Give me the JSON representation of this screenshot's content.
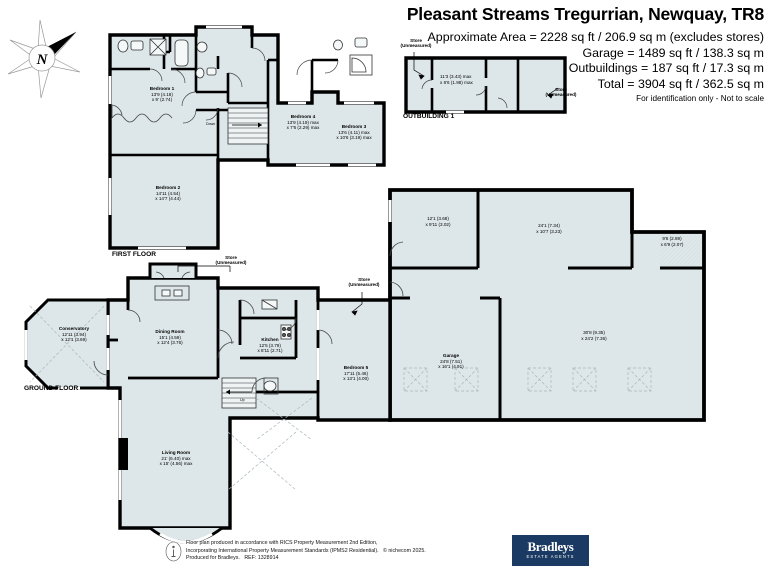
{
  "title": "Pleasant Streams Tregurrian, Newquay, TR8",
  "areas": {
    "approximate": "Approximate Area = 2228 sq ft / 206.9 sq m (excludes stores)",
    "garage": "Garage = 1489 sq ft / 138.3 sq m",
    "outbuildings": "Outbuildings = 187 sq ft / 17.3 sq m",
    "total": "Total = 3904 sq ft / 362.5 sq m",
    "disclaimer": "For identification only - Not to scale"
  },
  "floor_labels": {
    "first": "FIRST FLOOR",
    "ground": "GROUND FLOOR",
    "outbuilding": "OUTBUILDING 1"
  },
  "store_labels": [
    {
      "name": "store-outbuilding-left",
      "line1": "Store",
      "line2": "(Unmeasured)"
    },
    {
      "name": "store-outbuilding-right",
      "line1": "Store",
      "line2": "(Unmeasured)"
    },
    {
      "name": "store-first-floor",
      "line1": "Store",
      "line2": "(Unmeasured)"
    },
    {
      "name": "store-ground-floor",
      "line1": "Store",
      "line2": "(Unmeasured)"
    }
  ],
  "rooms": {
    "first_floor": [
      {
        "name": "bedroom-1",
        "label": "Bedroom 1",
        "d1": "13'9 (4.18)",
        "d2": "x 9' (2.74)"
      },
      {
        "name": "bedroom-2",
        "label": "Bedroom 2",
        "d1": "14'11 (4.54)",
        "d2": "x 14'7 (4.44)"
      },
      {
        "name": "bedroom-4",
        "label": "Bedroom 4",
        "d1": "13'9 (4.19) max",
        "d2": "x 7'6 (2.29) max"
      },
      {
        "name": "bedroom-3",
        "label": "Bedroom 3",
        "d1": "13'6 (4.11) max",
        "d2": "x 10'6 (3.19)  max"
      }
    ],
    "ground_floor": [
      {
        "name": "conservatory",
        "label": "Conservatory",
        "d1": "12'11 (3.94)",
        "d2": "x 12'1 (3.69)"
      },
      {
        "name": "dining-room",
        "label": "Dining Room",
        "d1": "15'1 (4.59)",
        "d2": "x 12'4 (3.76)"
      },
      {
        "name": "kitchen",
        "label": "Kitchen",
        "d1": "12'5 (3.79)",
        "d2": "x 8'11 (2.71)"
      },
      {
        "name": "living-room",
        "label": "Living Room",
        "d1": "21' (6.40) max",
        "d2": "x 15' (4.56) max"
      },
      {
        "name": "bedroom-5",
        "label": "Bedroom 5",
        "d1": "17'11 (5.46)",
        "d2": "x 13'1 (4.00)"
      }
    ],
    "garage_block": [
      {
        "name": "garage-room-upper-left",
        "label": "",
        "d1": "12'1 (3.68)",
        "d2": "x 9'11 (3.02)"
      },
      {
        "name": "garage-room-upper-centre",
        "label": "",
        "d1": "24'1 (7.34)",
        "d2": "x 10'7 (3.23)"
      },
      {
        "name": "garage-room-upper-right",
        "label": "",
        "d1": "9'6 (2.89)",
        "d2": "x 6'9 (2.07)"
      },
      {
        "name": "garage",
        "label": "Garage",
        "d1": "24'8 (7.51)",
        "d2": "x 16'1 (4.91)"
      },
      {
        "name": "garage-main-right",
        "label": "",
        "d1": "30'8 (9.35)",
        "d2": "x 24'2 (7.36)"
      }
    ],
    "outbuilding": [
      {
        "name": "outbuilding-room",
        "label": "",
        "d1": "11'3 (3.43) max",
        "d2": "x 6'6 (1.98)  max"
      }
    ]
  },
  "stair_labels": {
    "down": "Down",
    "up": "Up"
  },
  "compass": {
    "letter": "N"
  },
  "footer": {
    "line1": "Floor plan produced in accordance with RICS Property Measurement 2nd Edition,",
    "line2": "Incorporating International Property Measurement Standards (IPMS2 Residential).",
    "copyright": "© nichecom 2025.",
    "line3": "Produced for Bradleys.",
    "ref": "REF: 1328914"
  },
  "brand": {
    "name": "Bradleys",
    "tagline": "ESTATE AGENTS"
  },
  "colors": {
    "room_fill": "#dde6e8",
    "wall": "#000000",
    "brand_navy": "#1b3a63"
  }
}
